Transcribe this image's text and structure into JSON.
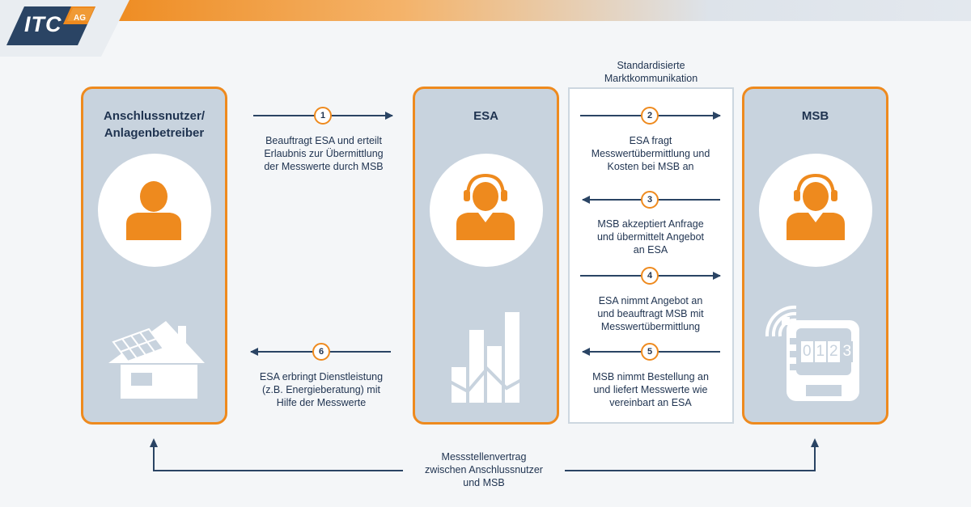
{
  "brand": {
    "logo_text": "ITC",
    "logo_suffix": "AG",
    "accent": "#ee8a1e",
    "navy": "#2a4464"
  },
  "columns": {
    "anschlussnutzer": {
      "title_line1": "Anschlussnutzer/",
      "title_line2": "Anlagenbetreiber"
    },
    "esa": {
      "title": "ESA"
    },
    "msb": {
      "title": "MSB"
    }
  },
  "market_box": {
    "label_line1": "Standardisierte",
    "label_line2": "Marktkommunikation"
  },
  "steps": [
    {
      "number": "1",
      "lines": [
        "Beauftragt ESA und erteilt",
        "Erlaubnis zur Übermittlung",
        "der Messwerte durch MSB"
      ]
    },
    {
      "number": "2",
      "lines": [
        "ESA fragt",
        "Messwertübermittlung und",
        "Kosten bei MSB an"
      ]
    },
    {
      "number": "3",
      "lines": [
        "MSB akzeptiert Anfrage",
        "und übermittelt Angebot",
        "an ESA"
      ]
    },
    {
      "number": "4",
      "lines": [
        "ESA nimmt Angebot an",
        "und beauftragt MSB mit",
        "Messwertübermittlung"
      ]
    },
    {
      "number": "5",
      "lines": [
        "MSB nimmt Bestellung an",
        "und liefert Messwerte wie",
        "vereinbart an ESA"
      ]
    },
    {
      "number": "6",
      "lines": [
        "ESA erbringt Dienstleistung",
        "(z.B. Energieberatung) mit",
        "Hilfe der Messwerte"
      ]
    }
  ],
  "contract": {
    "lines": [
      "Messstellenvertrag",
      "zwischen Anschlussnutzer",
      "und MSB"
    ]
  },
  "meter": {
    "digits": [
      "0",
      "1",
      "2",
      "3"
    ]
  },
  "icons": {
    "anschlussnutzer": "person-icon",
    "esa": "headset-person-icon",
    "msb": "headset-person-icon",
    "house": "solar-house-icon",
    "chart": "bar-chart-icon",
    "meter": "smart-meter-icon"
  }
}
